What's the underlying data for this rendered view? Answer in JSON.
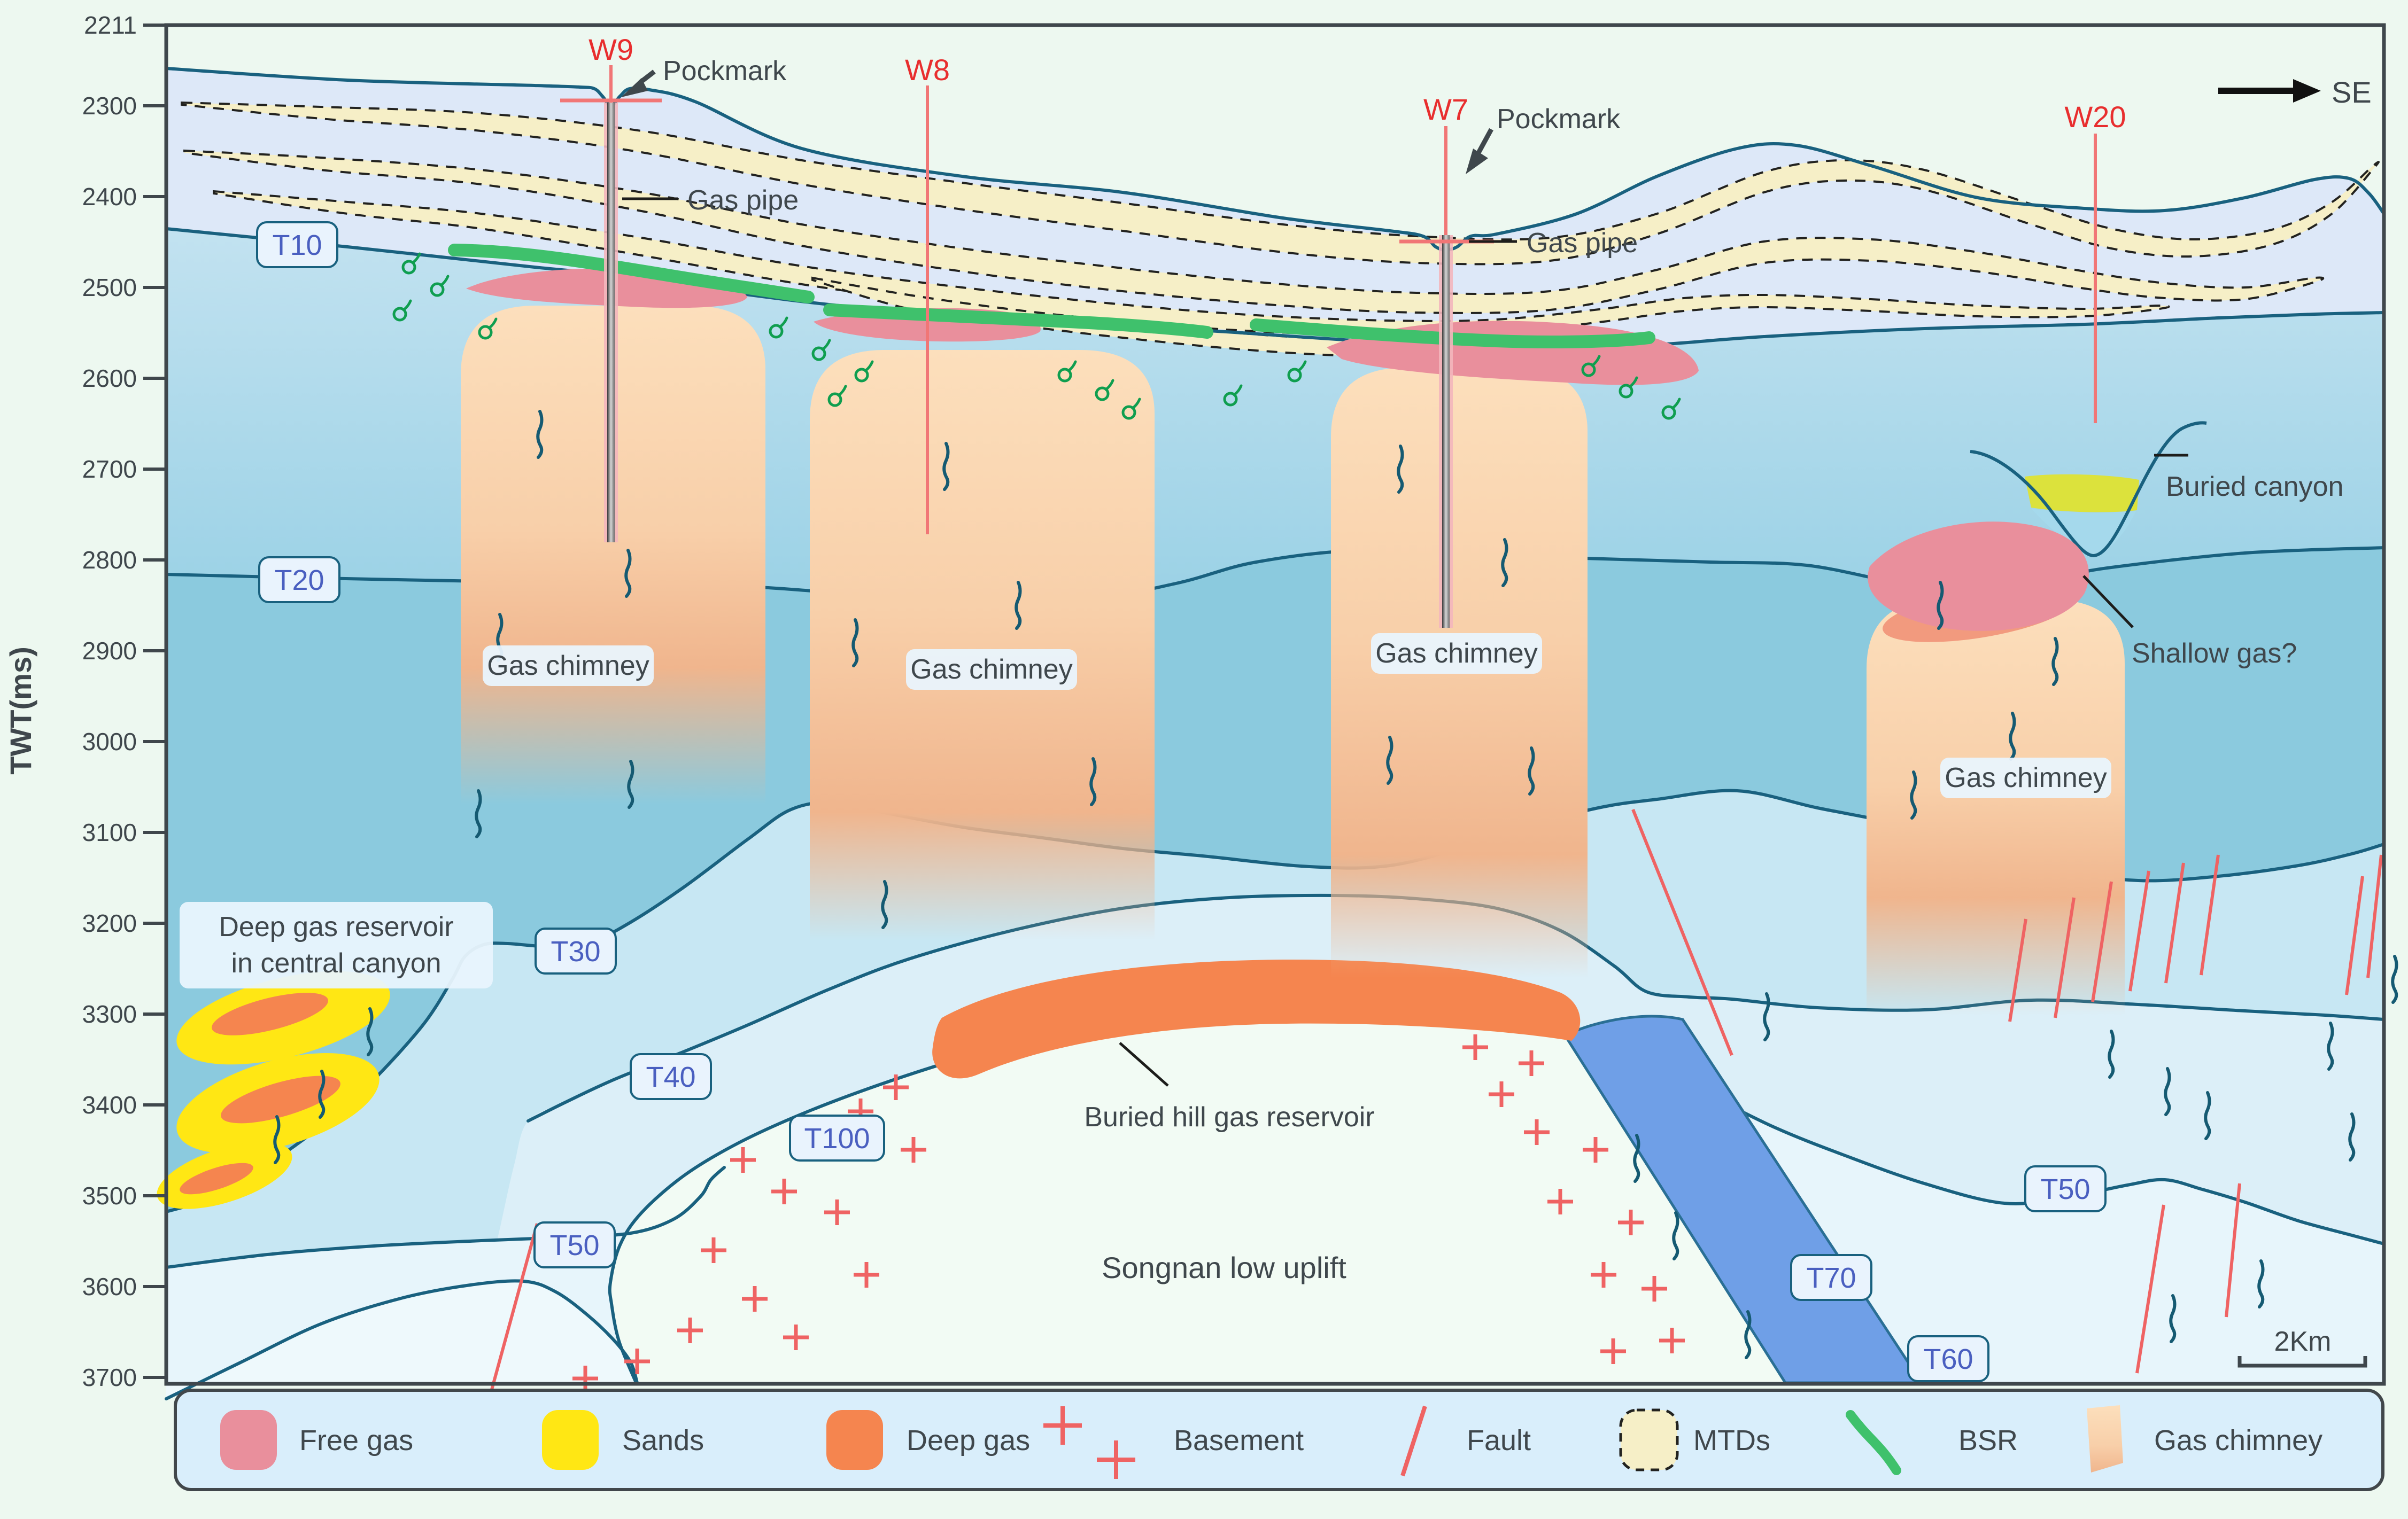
{
  "figure": {
    "axis": {
      "title": "TWT(ms)",
      "ticks": [
        "2211",
        "2300",
        "2400",
        "2500",
        "2600",
        "2700",
        "2800",
        "2900",
        "3000",
        "3100",
        "3200",
        "3300",
        "3400",
        "3500",
        "3600",
        "3700"
      ]
    },
    "direction_label": "SE",
    "scale_label": "2Km",
    "wells": [
      {
        "name": "W9"
      },
      {
        "name": "W8"
      },
      {
        "name": "W7"
      },
      {
        "name": "W20"
      }
    ],
    "horizon_labels": {
      "t10": "T10",
      "t20": "T20",
      "t30": "T30",
      "t40": "T40",
      "t100": "T100",
      "t50": "T50",
      "t70": "T70",
      "t60": "T60"
    },
    "chimneys": {
      "label": "Gas chimney"
    },
    "annotations": {
      "pockmark": "Pockmark",
      "gas_pipe": "Gas pipe",
      "buried_canyon": "Buried canyon",
      "shallow_gas": "Shallow gas?",
      "deep_gas_line1": "Deep gas reservoir",
      "deep_gas_line2": "in central canyon",
      "buried_hill": "Buried hill gas reservoir",
      "songnan": "Songnan low uplift"
    },
    "legend": {
      "items": [
        {
          "label": "Free gas",
          "symbol": "free-gas-swatch"
        },
        {
          "label": "Sands",
          "symbol": "sands-swatch"
        },
        {
          "label": "Deep gas",
          "symbol": "deep-gas-swatch"
        },
        {
          "label": "Basement",
          "symbol": "basement-plus-symbol"
        },
        {
          "label": "Fault",
          "symbol": "fault-line-symbol"
        },
        {
          "label": "MTDs",
          "symbol": "mtd-swatch"
        },
        {
          "label": "BSR",
          "symbol": "bsr-line-symbol"
        },
        {
          "label": "Gas chimney",
          "symbol": "gas-chimney-swatch"
        }
      ]
    },
    "colors": {
      "background": "#edf8f0",
      "upper_layer": "#dde8f8",
      "mid_layer_top": "#c2e2f0",
      "mid_layer_bottom": "#9cd2e6",
      "deep_layer": "#8bcade",
      "t30_layer": "#c7e7f3",
      "t40_layer": "#dceff8",
      "t50_layer": "#e7f5fb",
      "deep_pocket": "#eef9fc",
      "uplift": "#f2fbf4",
      "band": "#6f9fe7",
      "band_edge": "#2a6f95",
      "horizon": "#19617f",
      "mtd_fill": "#f6efc7",
      "mtd_dash": "#22221f",
      "free_gas": "#e98f9c",
      "free_gas_under": "#f29a7e",
      "sands": "#ffe714",
      "canyon_sand": "#dce23c",
      "canyon_fill": "#a5d9ec",
      "deep_gas": "#f5854f",
      "chimney_top": "#fcdfbc",
      "chimney_mid": "#f8cfa9",
      "chimney_bottom": "#f0b58d",
      "bsr": "#3fc16c",
      "bubble": "#0f9e4f",
      "squiggle": "#155a72",
      "basement": "#ef6363",
      "fault": "#ef6363",
      "well": "#f17676",
      "well_label": "#e82e2e",
      "text": "#3f474c",
      "box_border": "#3f474c"
    }
  }
}
